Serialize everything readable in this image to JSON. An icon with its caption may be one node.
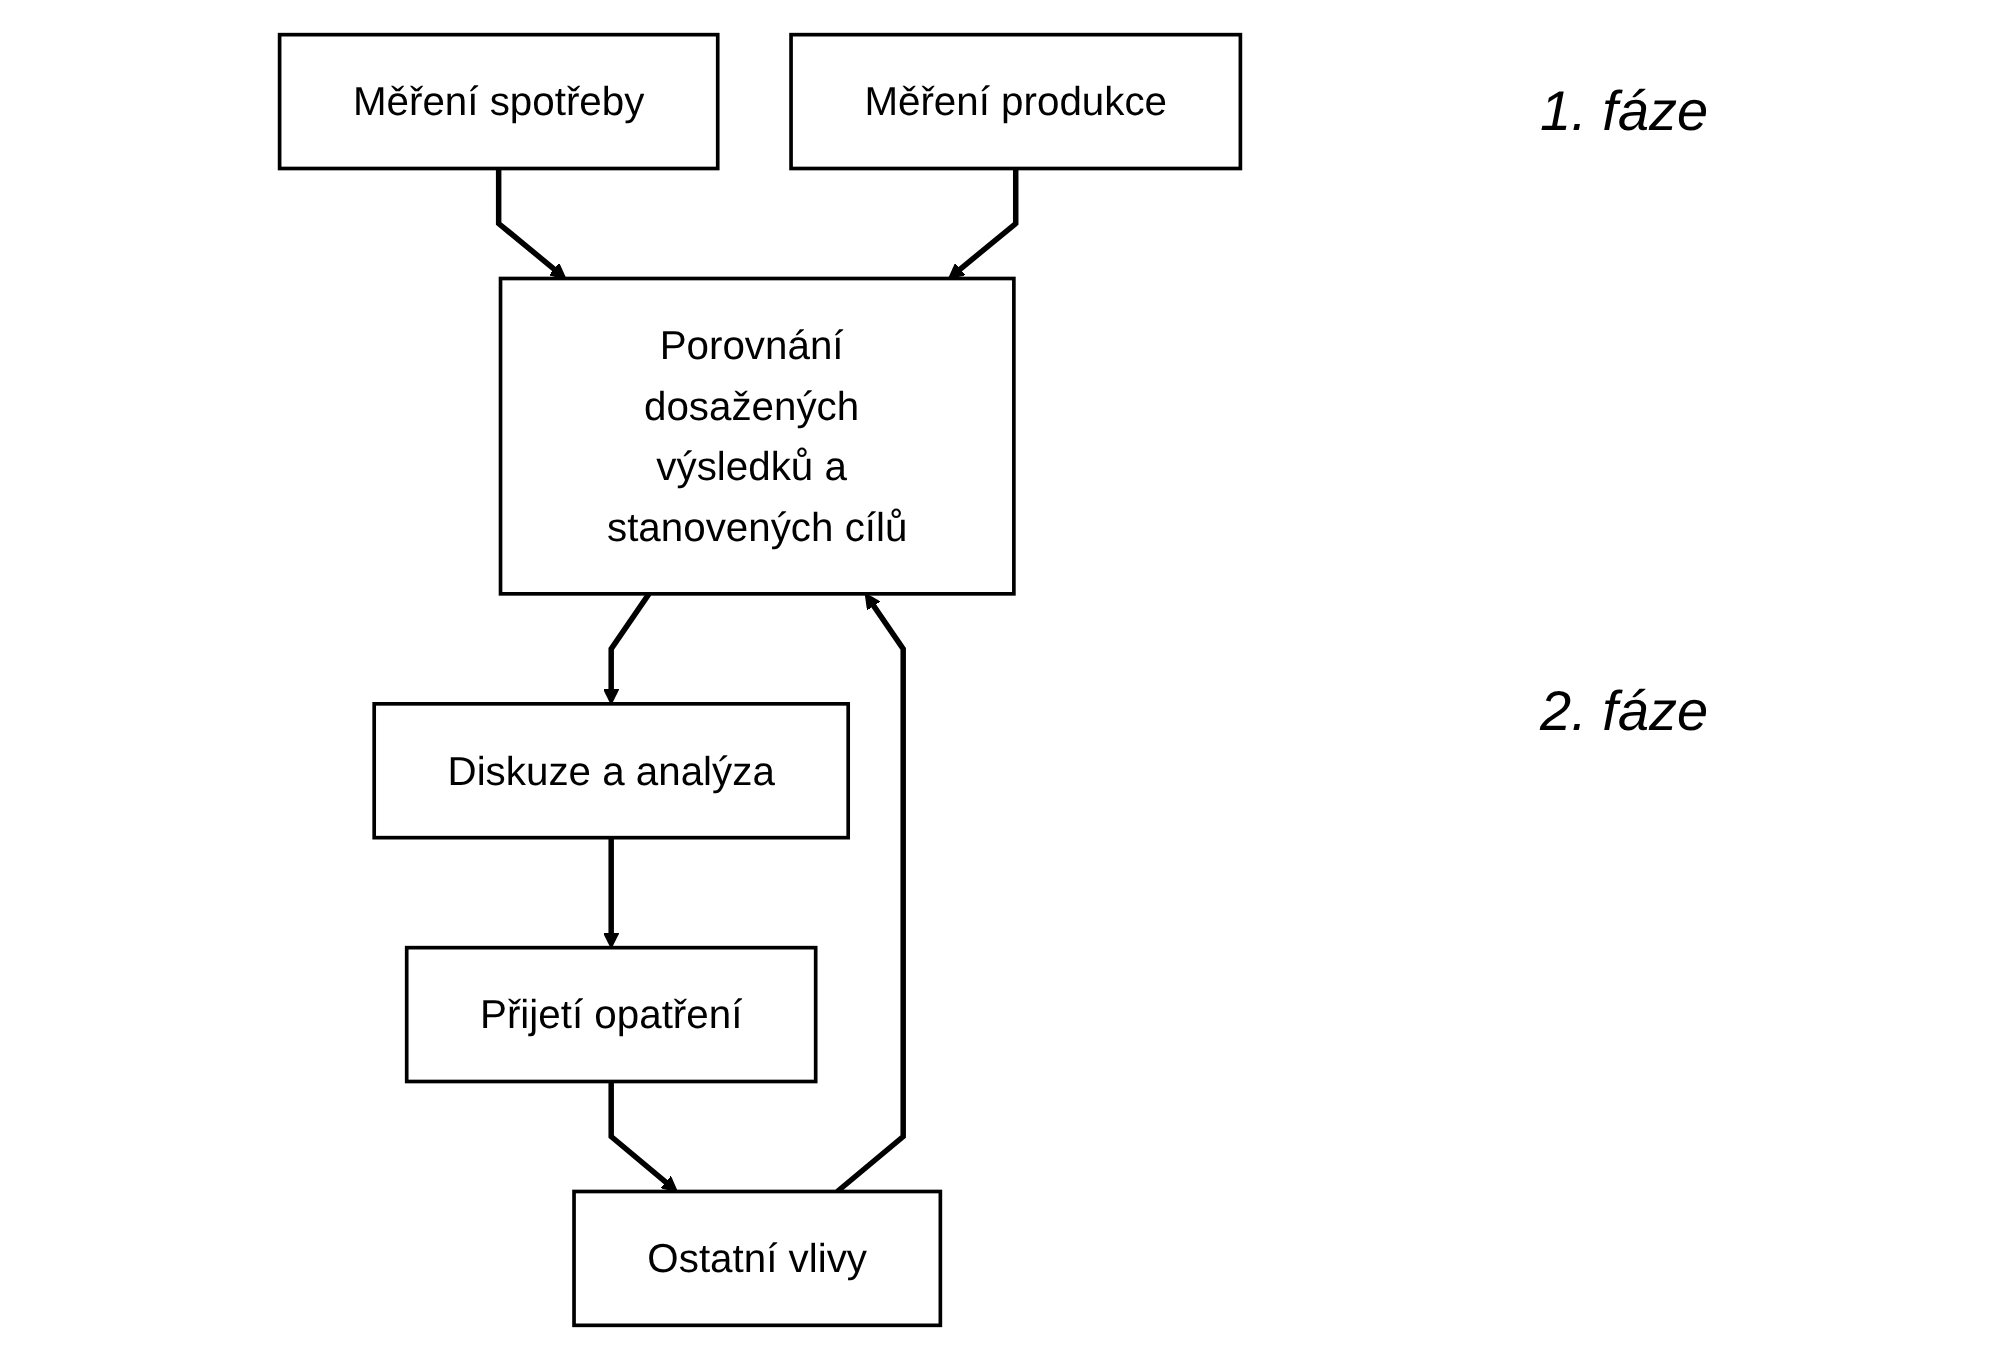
{
  "diagram": {
    "nodes": [
      {
        "text": [
          "Měření spotřeby"
        ]
      },
      {
        "text": [
          "Měření produkce"
        ]
      },
      {
        "text": [
          "Ostatní vlivy"
        ]
      },
      {
        "text": [
          "Porovnání dosažených výsledků a stanovených cílů"
        ]
      },
      {
        "text": [
          "Diskuze a analýza"
        ]
      },
      {
        "text": [
          "Přijetí opatření"
        ]
      }
    ],
    "edges": [
      {
        "from": 0,
        "to": 3,
        "arrow": "to"
      },
      {
        "from": 1,
        "to": 3,
        "arrow": "to"
      },
      {
        "from": 2,
        "to": 3,
        "arrow": "to"
      },
      {
        "from": 3,
        "to": 4,
        "arrow": "to"
      },
      {
        "from": 4,
        "to": 5,
        "arrow": "to"
      },
      {
        "from": 5,
        "to": 2,
        "arrow": "to"
      }
    ],
    "labels": [
      "1. fáze",
      "2. fáze"
    ]
  }
}
